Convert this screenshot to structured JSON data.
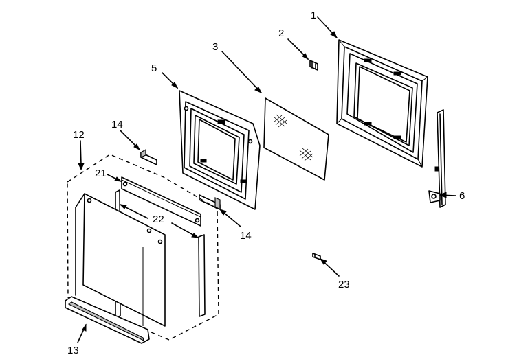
{
  "callouts": [
    {
      "id": "c1",
      "text": "1"
    },
    {
      "id": "c2",
      "text": "2"
    },
    {
      "id": "c3",
      "text": "3"
    },
    {
      "id": "c5",
      "text": "5"
    },
    {
      "id": "c6",
      "text": "6"
    },
    {
      "id": "c12",
      "text": "12"
    },
    {
      "id": "c13",
      "text": "13"
    },
    {
      "id": "c14a",
      "text": "14"
    },
    {
      "id": "c14b",
      "text": "14"
    },
    {
      "id": "c21",
      "text": "21"
    },
    {
      "id": "c22",
      "text": "22"
    },
    {
      "id": "c23",
      "text": "23"
    }
  ]
}
